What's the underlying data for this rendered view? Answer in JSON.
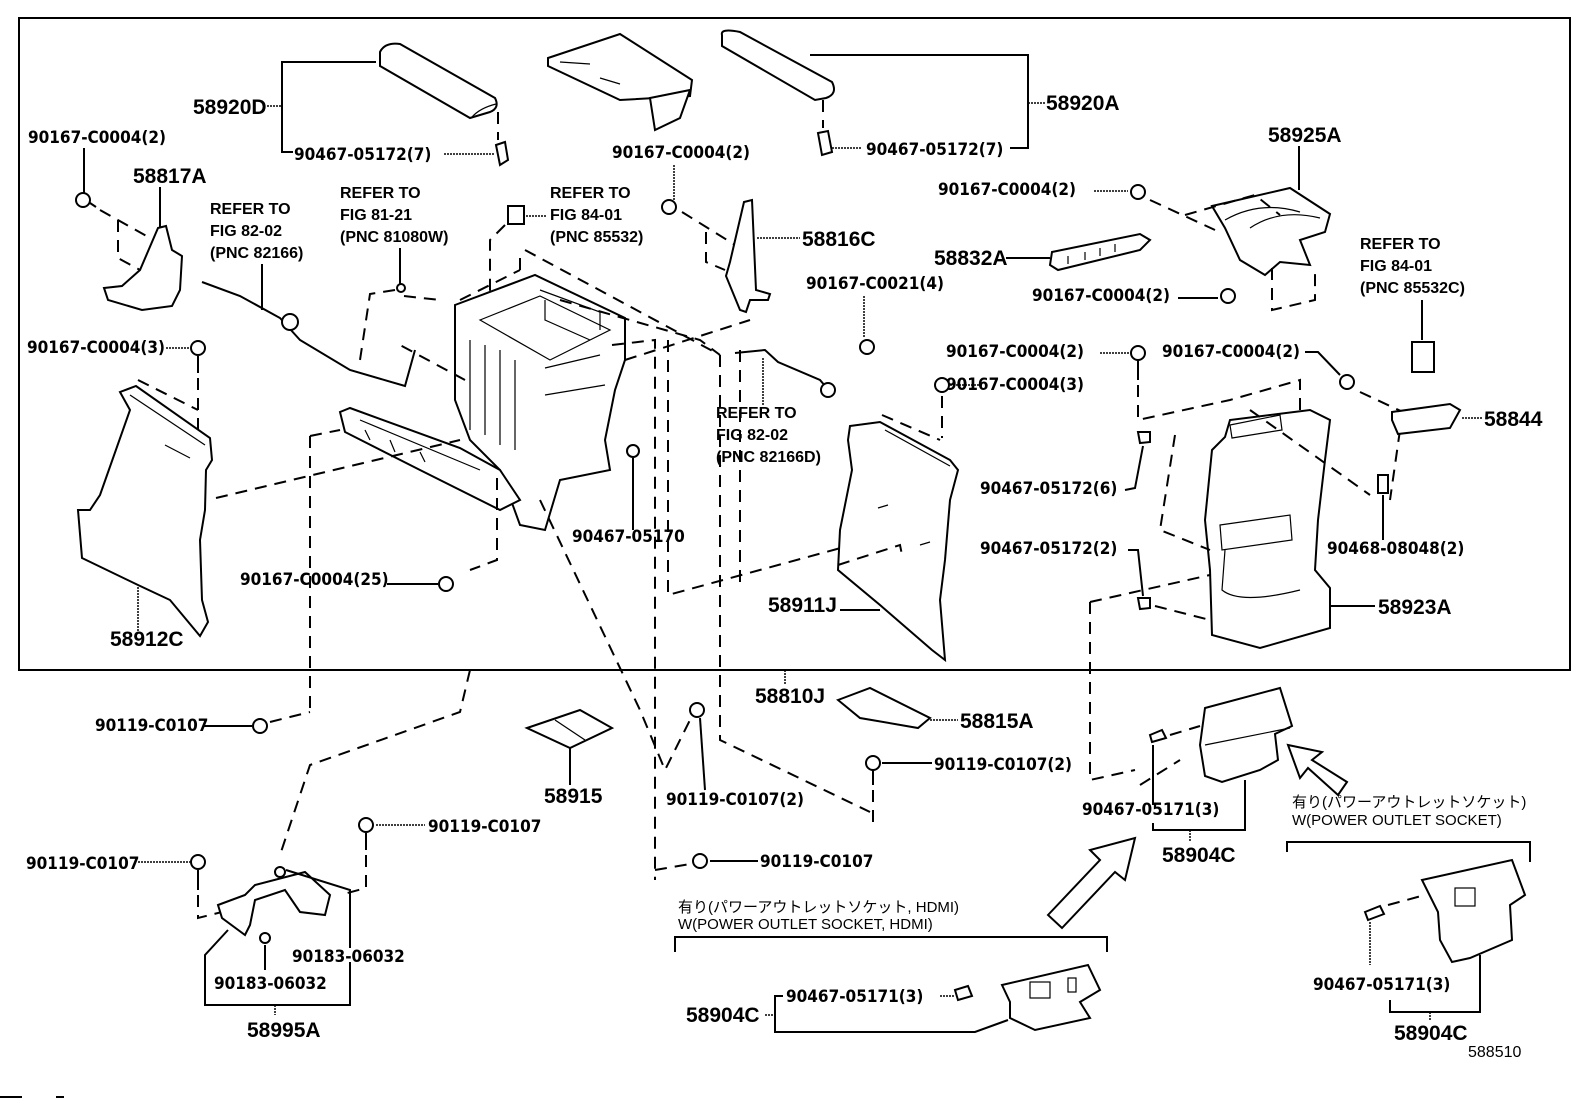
{
  "figure_id": "588510",
  "labels": {
    "p58920D": "58920D",
    "p58920A": "58920A",
    "p90467_05172_7a": "90467-05172(7)",
    "p90467_05172_7b": "90467-05172(7)",
    "p90167_C0004_2_left": "90167-C0004(2)",
    "p58817A": "58817A",
    "refer_82_02": [
      "REFER TO",
      "FIG 82-02",
      "(PNC 82166)"
    ],
    "refer_81_21": [
      "REFER TO",
      "FIG 81-21",
      "(PNC 81080W)"
    ],
    "refer_84_01": [
      "REFER TO",
      "FIG 84-01",
      "(PNC 85532)"
    ],
    "p90167_C0004_2_mid": "90167-C0004(2)",
    "p58816C": "58816C",
    "p58925A": "58925A",
    "p90167_C0004_2_cup1": "90167-C0004(2)",
    "p58832A": "58832A",
    "p90167_C0021_4": "90167-C0021(4)",
    "p90167_C0004_2_cup2": "90167-C0004(2)",
    "refer_84_01c": [
      "REFER TO",
      "FIG 84-01",
      "(PNC 85532C)"
    ],
    "p90167_C0004_3_left": "90167-C0004(3)",
    "refer_82_02d": [
      "REFER TO",
      "FIG 82-02",
      "(PNC 82166D)"
    ],
    "p90167_C0004_2_r1": "90167-C0004(2)",
    "p90167_C0004_3_r": "90167-C0004(3)",
    "p90167_C0004_2_r2": "90167-C0004(2)",
    "p58844": "58844",
    "p90467_05172_6": "90467-05172(6)",
    "p90468_08048_2": "90468-08048(2)",
    "p90467_05170": "90467-05170",
    "p90467_05172_2": "90467-05172(2)",
    "p90167_C0004_25": "90167-C0004(25)",
    "p58911J": "58911J",
    "p58923A": "58923A",
    "p58912C": "58912C",
    "p58810J": "58810J",
    "p58815A": "58815A",
    "p90119_C0107_a": "90119-C0107",
    "p58915": "58915",
    "p90119_C0107_2a": "90119-C0107(2)",
    "p90119_C0107_2b": "90119-C0107(2)",
    "p90119_C0107_b": "90119-C0107",
    "p90119_C0107_c": "90119-C0107",
    "p90119_C0107_d": "90119-C0107",
    "p90183_06032_a": "90183-06032",
    "p90183_06032_b": "90183-06032",
    "p58995A": "58995A",
    "p90467_05171_3_a": "90467-05171(3)",
    "p58904C_a": "58904C",
    "p90467_05171_3_b": "90467-05171(3)",
    "p58904C_b": "58904C",
    "p90467_05171_3_c": "90467-05171(3)",
    "p58904C_c": "58904C"
  },
  "variants": {
    "hdmi_jp": "有り(パワーアウトレットソケット, HDMI)",
    "hdmi_en": "W(POWER OUTLET SOCKET, HDMI)",
    "socket_jp": "有り(パワーアウトレットソケット)",
    "socket_en": "W(POWER OUTLET SOCKET)"
  }
}
